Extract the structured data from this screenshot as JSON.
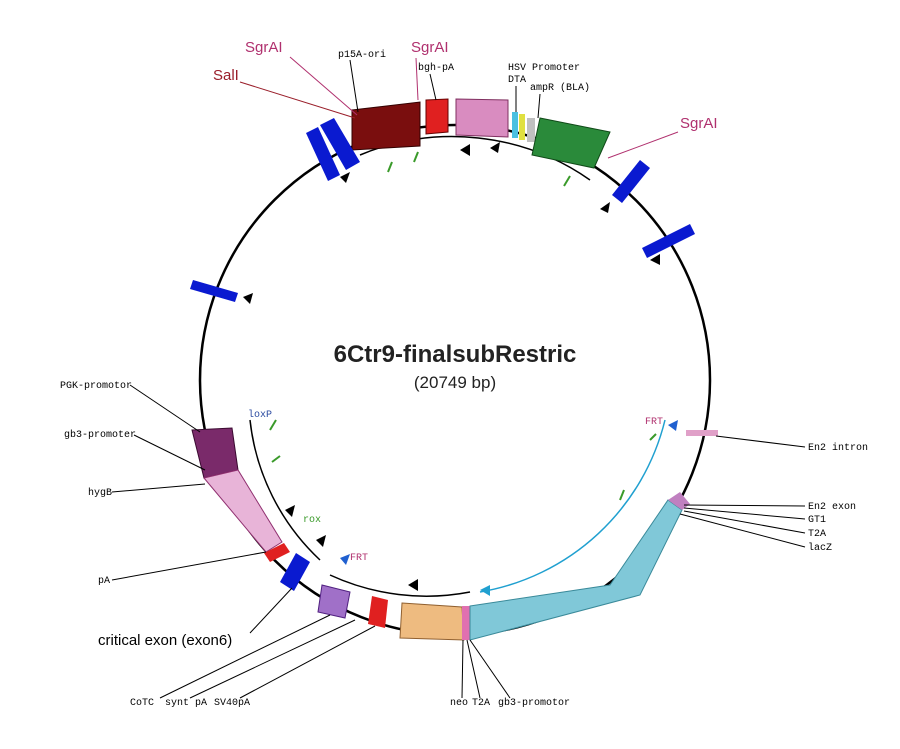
{
  "plasmid": {
    "name": "6Ctr9-finalsubRestric",
    "size": "(20749 bp)"
  },
  "sites": {
    "sgrai_1": "SgrAI",
    "sall": "SalI",
    "sgrai_2": "SgrAI",
    "sgrai_3": "SgrAI"
  },
  "features": {
    "p15a_ori": "p15A-ori",
    "bgh_pa": "bgh-pA",
    "hsv_promoter": "HSV Promoter",
    "dta": "DTA",
    "ampr": "ampR (BLA)",
    "pgk_promotor": "PGK-promotor",
    "gb3_promoter_left": "gb3-promoter",
    "hygb": "hygB",
    "pa": "pA",
    "critical_exon": "critical exon (exon6)",
    "cotc": "CoTC",
    "synt_pa": "synt pA",
    "sv40pa": "SV40pA",
    "neo": "neo",
    "t2a_bottom": "T2A",
    "gb3_promotor_bottom": "gb3-promotor",
    "en2_intron": "En2 intron",
    "en2_exon": "En2 exon",
    "gt1": "GT1",
    "t2a_right": "T2A",
    "lacz": "lacZ"
  },
  "small_labels": {
    "loxp": "loxP",
    "frt_right": "FRT",
    "frt_bottom": "FRT",
    "rox": "rox"
  },
  "colors": {
    "backbone": "#000000",
    "restriction_site": "#b0306e",
    "sall": "#9a1e2a",
    "p15a_ori": "#7a0e0e",
    "bgh_pa": "#e02020",
    "dta": "#d98cc0",
    "ampr": "#2a8a3a",
    "blue_marker": "#0a1ad0",
    "hygb": "#e8b4d8",
    "pgk": "#7a2a6a",
    "lacz": "#80c8d8",
    "neo": "#eebb80",
    "sv40pa": "#e02020",
    "cotc": "#a070c8"
  }
}
